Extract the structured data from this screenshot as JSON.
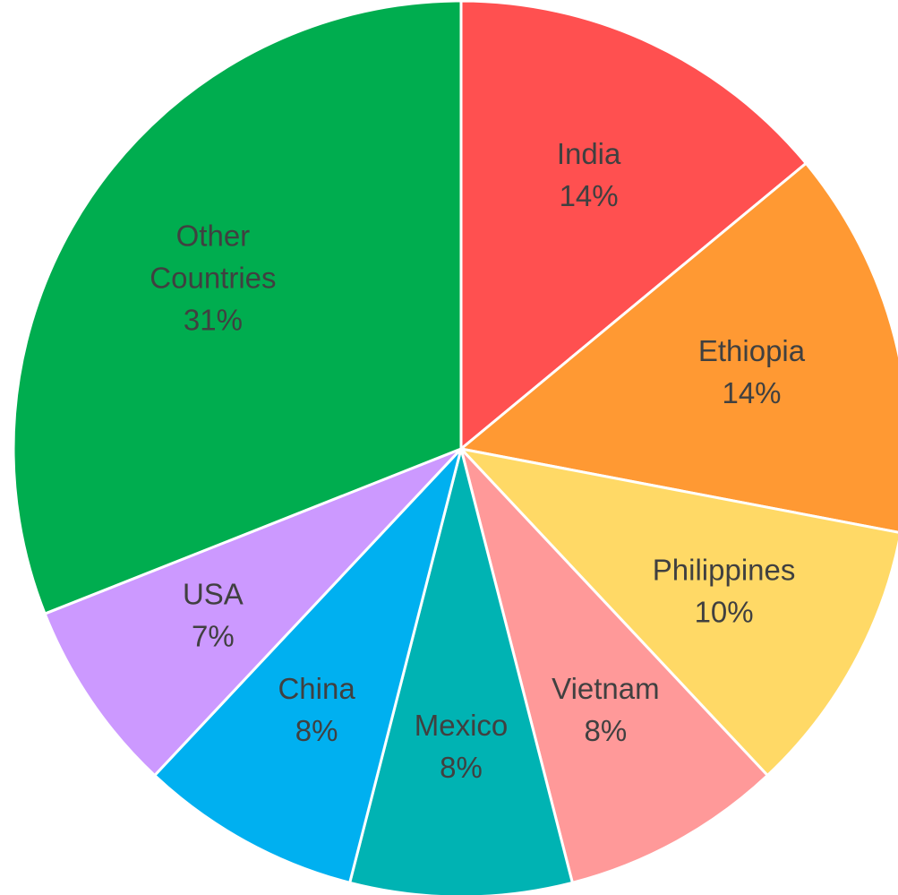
{
  "chart_data": {
    "type": "pie",
    "title": "",
    "start": "top",
    "direction": "clockwise",
    "legend": "none",
    "data_labels": "inside",
    "slices": [
      {
        "label": "India",
        "value": 14,
        "display": "14%",
        "color": "#ff5050"
      },
      {
        "label": "Ethiopia",
        "value": 14,
        "display": "14%",
        "color": "#ff9933"
      },
      {
        "label": "Philippines",
        "value": 10,
        "display": "10%",
        "color": "#ffd966"
      },
      {
        "label": "Vietnam",
        "value": 8,
        "display": "8%",
        "color": "#ff9999"
      },
      {
        "label": "Mexico",
        "value": 8,
        "display": "8%",
        "color": "#00b3b3"
      },
      {
        "label": "China",
        "value": 8,
        "display": "8%",
        "color": "#00b0f0"
      },
      {
        "label": "USA",
        "value": 7,
        "display": "7%",
        "color": "#cc99ff"
      },
      {
        "label": "Other Countries",
        "label_lines": [
          "Other",
          "Countries"
        ],
        "value": 31,
        "display": "31%",
        "color": "#00ad4f"
      }
    ]
  }
}
